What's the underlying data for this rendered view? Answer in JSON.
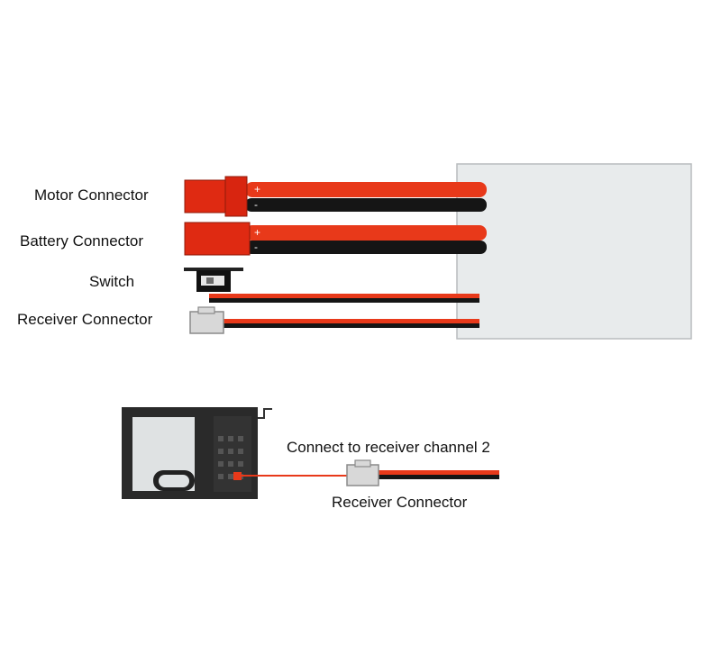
{
  "labels": {
    "motor": "Motor Connector",
    "battery": "Battery Connector",
    "switch": "Switch",
    "receiver": "Receiver Connector",
    "connect_channel": "Connect to receiver channel 2",
    "receiver_bottom": "Receiver Connector"
  },
  "polarity": {
    "plus": "+",
    "minus": "-"
  },
  "colors": {
    "red_wire": "#e8391a",
    "black_wire": "#151515",
    "esc_body": "#e8ebec",
    "connector_red": "#df2a12"
  }
}
